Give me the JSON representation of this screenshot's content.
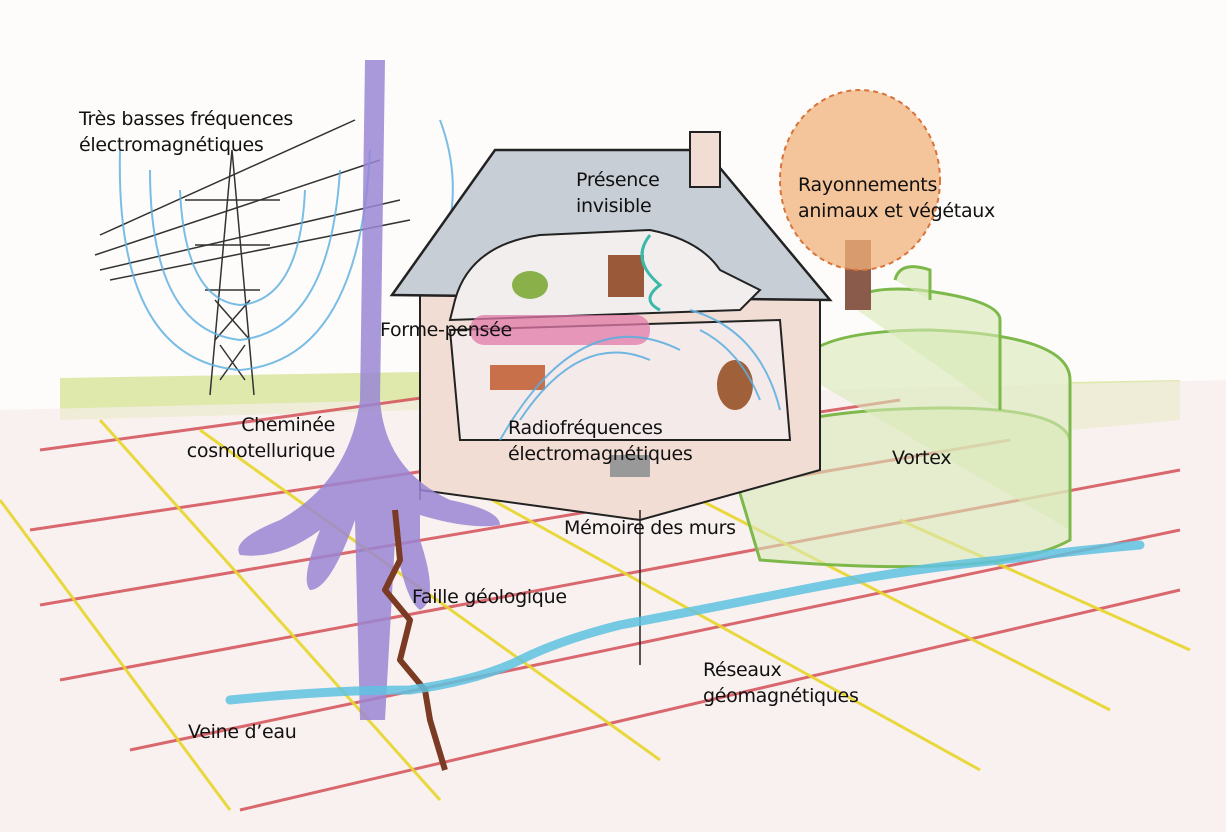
{
  "title": "Illustration of geobiological influences on a house",
  "colors": {
    "ground_red_lines": "#d2474f",
    "ground_yellow_lines": "#e8d62a",
    "grass": "#c5d86a",
    "cosmotelluric_chimney": "#9a86d4",
    "water_vein": "#5ec2e0",
    "fault": "#7a3a24",
    "waves": "#5aaee0",
    "vortex": "#8cc45a",
    "tree": "#e8904a",
    "roof": "#c8ced6",
    "house_walls": "#f1ddd3"
  },
  "labels": {
    "elf": [
      "Très basses fréquences",
      "électromagnétiques"
    ],
    "invisible_presence": [
      "Présence",
      "invisible"
    ],
    "animal_plant_radiation": [
      "Rayonnements",
      "animaux et végétaux"
    ],
    "thought_form": [
      "Forme-pensée"
    ],
    "cosmotelluric_chimney": [
      "Cheminée",
      "cosmotellurique"
    ],
    "radiofrequencies": [
      "Radiofréquences",
      "électromagnétiques"
    ],
    "vortex": [
      "Vortex"
    ],
    "wall_memory": [
      "Mémoire des murs"
    ],
    "geological_fault": [
      "Faille géologique"
    ],
    "geomagnetic_networks": [
      "Réseaux",
      "géomagnétiques"
    ],
    "water_vein": [
      "Veine d’eau"
    ]
  }
}
